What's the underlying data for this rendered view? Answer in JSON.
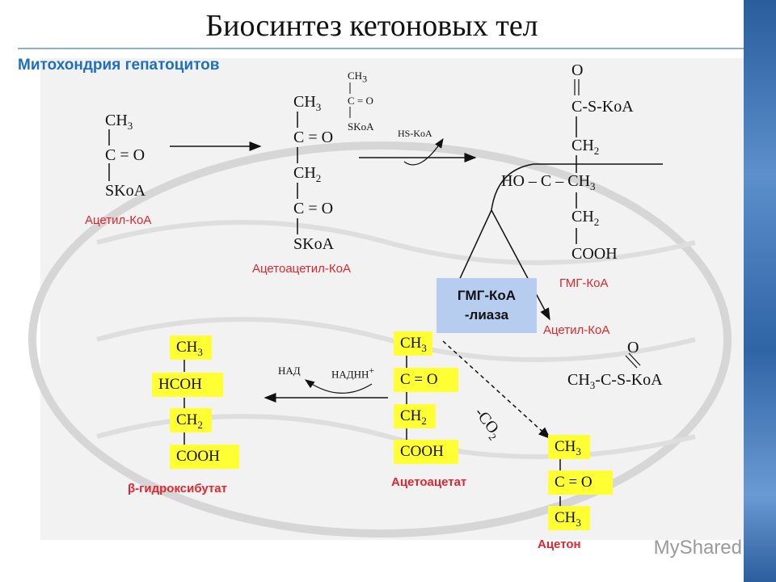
{
  "title": "Биосинтез кетоновых тел",
  "subtitle": "Митохондрия гепатоцитов",
  "acetyl_coa_1": {
    "line1": "CH",
    "line2": "C = O",
    "line3": "SKoA",
    "label": "Ацетил-КоА"
  },
  "acetoacetyl_coa": {
    "l1": "CH",
    "l2": "C = O",
    "l3": "CH",
    "l4": "C = O",
    "l5": "SKoA",
    "label": "Ацетоацетил-КоА"
  },
  "acetyl_small": {
    "l1": "CH",
    "l2": "C = O",
    "l3": "SKoA"
  },
  "hs_koa": "HS-KoA",
  "hmg_coa": {
    "l1": "O",
    "l2": "C-S-KoA",
    "l3": "CH",
    "l4": "HO – C – CH",
    "l5": "CH",
    "l6": "COOH",
    "label": "ГМГ-КоА"
  },
  "enzyme": {
    "line1": "ГМГ-КоА",
    "line2": "-лиаза"
  },
  "acetyl_coa_2": {
    "label": "Ацетил-КоА",
    "o": "O",
    "formula_a": "CH",
    "formula_b": "-C-S-KoA"
  },
  "acetoacetate": {
    "l1": "CH",
    "l2": "C = O",
    "l3": "CH",
    "l4": "COOH",
    "label": "Ацетоацетат"
  },
  "hydroxybutyrate": {
    "l1": "CH",
    "l2": "HCOH",
    "l3": "CH",
    "l4": "COOH",
    "label": "β-гидроксибутат"
  },
  "acetone": {
    "l1": "CH",
    "l2": "C = O",
    "l3": "CH",
    "label": "Ацетон"
  },
  "nad": "НАД",
  "nadh": "НАДНН",
  "co2": "-CO",
  "sub_3": "3",
  "sub_2": "2",
  "plus": "+",
  "watermark": "MyShared",
  "colors": {
    "label_red": "#e0262e",
    "subtitle_blue": "#1f6fc0",
    "box_yellow": "#ffff33",
    "enzyme_blue": "#b7cdf0"
  }
}
